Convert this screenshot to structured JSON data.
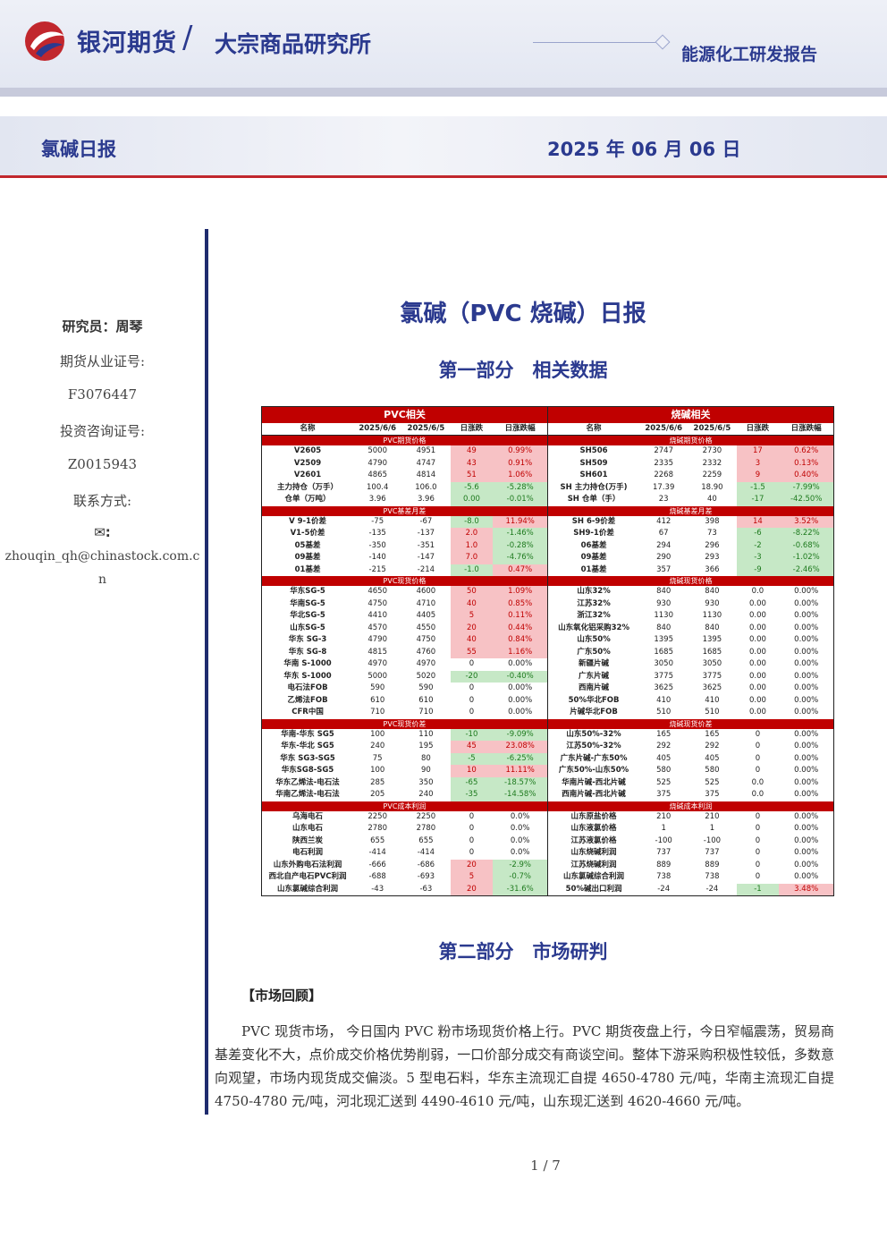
{
  "header": {
    "brand": "银河期货",
    "slash": "/",
    "institute": "大宗商品研究所",
    "department": "能源化工研发报告"
  },
  "band": {
    "report_name": "氯碱日报",
    "date": "2025 年 06 月 06 日"
  },
  "sidebar": {
    "researcher": "研究员：周琴",
    "futures_cert_label": "期货从业证号:",
    "futures_cert": "F3076447",
    "invest_cert_label": "投资咨询证号:",
    "invest_cert": "Z0015943",
    "contact_label": "联系方式:",
    "mail_icon": "✉",
    "mail_colon": ":",
    "email_line1": "zhouqin_qh@chinastock.com.c",
    "email_line2": "n"
  },
  "title": "氯碱（PVC 烧碱）日报",
  "section1": "第一部分　相关数据",
  "section2": "第二部分　市场研判",
  "colors": {
    "brand_blue": "#2b3a8f",
    "red": "#c00000",
    "up_bg": "#f7c2c5",
    "down_bg": "#c6e8c6"
  },
  "table": {
    "left_title": "PVC相关",
    "right_title": "烧碱相关",
    "headers": [
      "名称",
      "2025/6/6",
      "2025/6/5",
      "日涨跌",
      "日涨跌幅"
    ],
    "left": [
      {
        "section": "PVC期货价格"
      },
      {
        "row": [
          "V2605",
          "5000",
          "4951",
          "49",
          "0.99%"
        ],
        "s": "up"
      },
      {
        "row": [
          "V2509",
          "4790",
          "4747",
          "43",
          "0.91%"
        ],
        "s": "up"
      },
      {
        "row": [
          "V2601",
          "4865",
          "4814",
          "51",
          "1.06%"
        ],
        "s": "up"
      },
      {
        "row": [
          "主力持仓（万手）",
          "100.4",
          "106.0",
          "-5.6",
          "-5.28%"
        ],
        "s": "dn"
      },
      {
        "row": [
          "仓单（万吨）",
          "3.96",
          "3.96",
          "0.00",
          "-0.01%"
        ],
        "s": "dn"
      },
      {
        "section": "PVC基差月差"
      },
      {
        "row": [
          "V 9-1价差",
          "-75",
          "-67",
          "-8.0",
          "11.94%"
        ],
        "s": "mix1"
      },
      {
        "row": [
          "V1-5价差",
          "-135",
          "-137",
          "2.0",
          "-1.46%"
        ],
        "s": "mix2"
      },
      {
        "row": [
          "05基差",
          "-350",
          "-351",
          "1.0",
          "-0.28%"
        ],
        "s": "mix2"
      },
      {
        "row": [
          "09基差",
          "-140",
          "-147",
          "7.0",
          "-4.76%"
        ],
        "s": "mix2"
      },
      {
        "row": [
          "01基差",
          "-215",
          "-214",
          "-1.0",
          "0.47%"
        ],
        "s": "mix1"
      },
      {
        "section": "PVC现货价格"
      },
      {
        "row": [
          "华东SG-5",
          "4650",
          "4600",
          "50",
          "1.09%"
        ],
        "s": "up"
      },
      {
        "row": [
          "华南SG-5",
          "4750",
          "4710",
          "40",
          "0.85%"
        ],
        "s": "up"
      },
      {
        "row": [
          "华北SG-5",
          "4410",
          "4405",
          "5",
          "0.11%"
        ],
        "s": "up"
      },
      {
        "row": [
          "山东SG-5",
          "4570",
          "4550",
          "20",
          "0.44%"
        ],
        "s": "up"
      },
      {
        "row": [
          "华东 SG-3",
          "4790",
          "4750",
          "40",
          "0.84%"
        ],
        "s": "up"
      },
      {
        "row": [
          "华东 SG-8",
          "4815",
          "4760",
          "55",
          "1.16%"
        ],
        "s": "up"
      },
      {
        "row": [
          "华南 S-1000",
          "4970",
          "4970",
          "0",
          "0.00%"
        ],
        "s": "zr"
      },
      {
        "row": [
          "华东 S-1000",
          "5000",
          "5020",
          "-20",
          "-0.40%"
        ],
        "s": "dn"
      },
      {
        "row": [
          "电石法FOB",
          "590",
          "590",
          "0",
          "0.00%"
        ],
        "s": "zr"
      },
      {
        "row": [
          "乙烯法FOB",
          "610",
          "610",
          "0",
          "0.00%"
        ],
        "s": "zr"
      },
      {
        "row": [
          "CFR中国",
          "710",
          "710",
          "0",
          "0.00%"
        ],
        "s": "zr"
      },
      {
        "section": "PVC现货价差"
      },
      {
        "row": [
          "华南-华东 SG5",
          "100",
          "110",
          "-10",
          "-9.09%"
        ],
        "s": "dn"
      },
      {
        "row": [
          "华东-华北 SG5",
          "240",
          "195",
          "45",
          "23.08%"
        ],
        "s": "up"
      },
      {
        "row": [
          "华东 SG3-SG5",
          "75",
          "80",
          "-5",
          "-6.25%"
        ],
        "s": "dn"
      },
      {
        "row": [
          "华东SG8-SG5",
          "100",
          "90",
          "10",
          "11.11%"
        ],
        "s": "up"
      },
      {
        "row": [
          "华东乙烯法-电石法",
          "285",
          "350",
          "-65",
          "-18.57%"
        ],
        "s": "dn"
      },
      {
        "row": [
          "华南乙烯法-电石法",
          "205",
          "240",
          "-35",
          "-14.58%"
        ],
        "s": "dn"
      },
      {
        "section": "PVC成本利润"
      },
      {
        "row": [
          "乌海电石",
          "2250",
          "2250",
          "0",
          "0.0%"
        ],
        "s": "zr"
      },
      {
        "row": [
          "山东电石",
          "2780",
          "2780",
          "0",
          "0.0%"
        ],
        "s": "zr"
      },
      {
        "row": [
          "陕西兰炭",
          "655",
          "655",
          "0",
          "0.0%"
        ],
        "s": "zr"
      },
      {
        "row": [
          "电石利润",
          "-414",
          "-414",
          "0",
          "0.0%"
        ],
        "s": "zr"
      },
      {
        "row": [
          "山东外购电石法利润",
          "-666",
          "-686",
          "20",
          "-2.9%"
        ],
        "s": "mix2"
      },
      {
        "row": [
          "西北自产电石PVC利润",
          "-688",
          "-693",
          "5",
          "-0.7%"
        ],
        "s": "mix2"
      },
      {
        "row": [
          "山东氯碱综合利润",
          "-43",
          "-63",
          "20",
          "-31.6%"
        ],
        "s": "mix2"
      }
    ],
    "right": [
      {
        "section": "烧碱期货价格"
      },
      {
        "row": [
          "SH506",
          "2747",
          "2730",
          "17",
          "0.62%"
        ],
        "s": "up"
      },
      {
        "row": [
          "SH509",
          "2335",
          "2332",
          "3",
          "0.13%"
        ],
        "s": "up"
      },
      {
        "row": [
          "SH601",
          "2268",
          "2259",
          "9",
          "0.40%"
        ],
        "s": "up"
      },
      {
        "row": [
          "SH 主力持仓(万手)",
          "17.39",
          "18.90",
          "-1.5",
          "-7.99%"
        ],
        "s": "dn"
      },
      {
        "row": [
          "SH 仓单（手）",
          "23",
          "40",
          "-17",
          "-42.50%"
        ],
        "s": "dn"
      },
      {
        "section": "烧碱基差月差"
      },
      {
        "row": [
          "SH 6-9价差",
          "412",
          "398",
          "14",
          "3.52%"
        ],
        "s": "up"
      },
      {
        "row": [
          "SH9-1价差",
          "67",
          "73",
          "-6",
          "-8.22%"
        ],
        "s": "dn"
      },
      {
        "row": [
          "06基差",
          "294",
          "296",
          "-2",
          "-0.68%"
        ],
        "s": "dn"
      },
      {
        "row": [
          "09基差",
          "290",
          "293",
          "-3",
          "-1.02%"
        ],
        "s": "dn"
      },
      {
        "row": [
          "01基差",
          "357",
          "366",
          "-9",
          "-2.46%"
        ],
        "s": "dn"
      },
      {
        "section": "烧碱现货价格"
      },
      {
        "row": [
          "山东32%",
          "840",
          "840",
          "0.0",
          "0.00%"
        ],
        "s": "zr"
      },
      {
        "row": [
          "江苏32%",
          "930",
          "930",
          "0.00",
          "0.00%"
        ],
        "s": "zr"
      },
      {
        "row": [
          "浙江32%",
          "1130",
          "1130",
          "0.00",
          "0.00%"
        ],
        "s": "zr"
      },
      {
        "row": [
          "山东氧化铝采购32%",
          "840",
          "840",
          "0.00",
          "0.00%"
        ],
        "s": "zr"
      },
      {
        "row": [
          "山东50%",
          "1395",
          "1395",
          "0.00",
          "0.00%"
        ],
        "s": "zr"
      },
      {
        "row": [
          "广东50%",
          "1685",
          "1685",
          "0.00",
          "0.00%"
        ],
        "s": "zr"
      },
      {
        "row": [
          "新疆片碱",
          "3050",
          "3050",
          "0.00",
          "0.00%"
        ],
        "s": "zr"
      },
      {
        "row": [
          "广东片碱",
          "3775",
          "3775",
          "0.00",
          "0.00%"
        ],
        "s": "zr"
      },
      {
        "row": [
          "西南片碱",
          "3625",
          "3625",
          "0.00",
          "0.00%"
        ],
        "s": "zr"
      },
      {
        "row": [
          "50%华北FOB",
          "410",
          "410",
          "0.00",
          "0.00%"
        ],
        "s": "zr"
      },
      {
        "row": [
          "片碱华北FOB",
          "510",
          "510",
          "0.00",
          "0.00%"
        ],
        "s": "zr"
      },
      {
        "section": "烧碱现货价差"
      },
      {
        "row": [
          "山东50%-32%",
          "165",
          "165",
          "0",
          "0.00%"
        ],
        "s": "zr"
      },
      {
        "row": [
          "江苏50%-32%",
          "292",
          "292",
          "0",
          "0.00%"
        ],
        "s": "zr"
      },
      {
        "row": [
          "广东片碱-广东50%",
          "405",
          "405",
          "0",
          "0.00%"
        ],
        "s": "zr"
      },
      {
        "row": [
          "广东50%-山东50%",
          "580",
          "580",
          "0",
          "0.00%"
        ],
        "s": "zr"
      },
      {
        "row": [
          "华南片碱-西北片碱",
          "525",
          "525",
          "0.0",
          "0.00%"
        ],
        "s": "zr"
      },
      {
        "row": [
          "西南片碱-西北片碱",
          "375",
          "375",
          "0.0",
          "0.00%"
        ],
        "s": "zr"
      },
      {
        "section": "烧碱成本利润"
      },
      {
        "row": [
          "山东原盐价格",
          "210",
          "210",
          "0",
          "0.00%"
        ],
        "s": "zr"
      },
      {
        "row": [
          "山东液氯价格",
          "1",
          "1",
          "0",
          "0.00%"
        ],
        "s": "zr"
      },
      {
        "row": [
          "江苏液氯价格",
          "-100",
          "-100",
          "0",
          "0.00%"
        ],
        "s": "zr"
      },
      {
        "row": [
          "山东烧碱利润",
          "737",
          "737",
          "0",
          "0.00%"
        ],
        "s": "zr"
      },
      {
        "row": [
          "江苏烧碱利润",
          "889",
          "889",
          "0",
          "0.00%"
        ],
        "s": "zr"
      },
      {
        "row": [
          "山东氯碱综合利润",
          "738",
          "738",
          "0",
          "0.00%"
        ],
        "s": "zr"
      },
      {
        "row": [
          "50%碱出口利润",
          "-24",
          "-24",
          "-1",
          "3.48%"
        ],
        "s": "mix3"
      }
    ]
  },
  "review_label": "【市场回顾】",
  "review_text": "PVC 现货市场， 今日国内 PVC 粉市场现货价格上行。PVC 期货夜盘上行，今日窄幅震荡，贸易商基差变化不大，点价成交价格优势削弱，一口价部分成交有商谈空间。整体下游采购积极性较低，多数意向观望，市场内现货成交偏淡。5 型电石料，华东主流现汇自提 4650-4780 元/吨，华南主流现汇自提 4750-4780 元/吨，河北现汇送到 4490-4610 元/吨，山东现汇送到 4620-4660 元/吨。",
  "footer": {
    "page": "1 / 7"
  }
}
